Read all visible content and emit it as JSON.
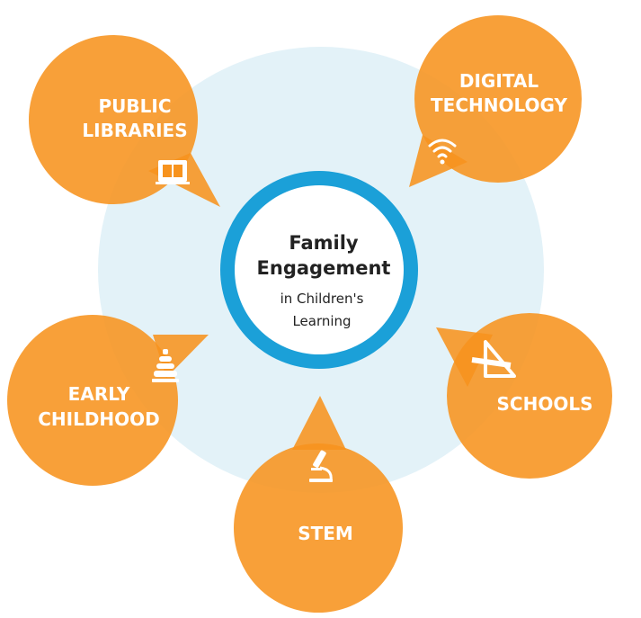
{
  "colors": {
    "background": "#ffffff",
    "halo": "#e3f2f8",
    "bubble": "#f7931e",
    "ring": "#1ba0d8",
    "center_fill": "#ffffff",
    "label": "#ffffff",
    "center_text": "#222222"
  },
  "center": {
    "title_line1": "Family",
    "title_line2": "Engagement",
    "subtitle_line1": "in Children's",
    "subtitle_line2": "Learning"
  },
  "nodes": [
    {
      "id": "public-libraries",
      "line1": "PUBLIC",
      "line2": "LIBRARIES",
      "icon": "library-icon"
    },
    {
      "id": "digital-technology",
      "line1": "DIGITAL",
      "line2": "TECHNOLOGY",
      "icon": "wifi-icon"
    },
    {
      "id": "schools",
      "line1": "SCHOOLS",
      "line2": "",
      "icon": "ruler-triangle-icon"
    },
    {
      "id": "stem",
      "line1": "STEM",
      "line2": "",
      "icon": "microscope-icon"
    },
    {
      "id": "early-childhood",
      "line1": "EARLY",
      "line2": "CHILDHOOD",
      "icon": "stacking-rings-icon"
    }
  ]
}
